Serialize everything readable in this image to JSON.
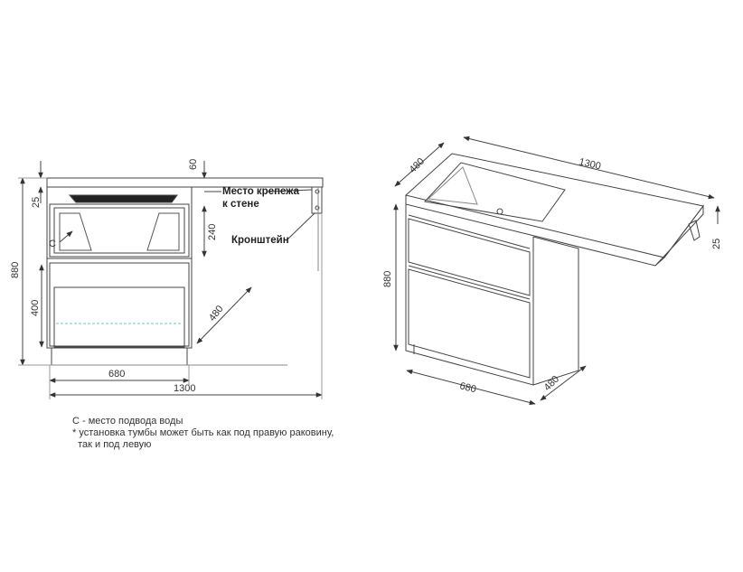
{
  "front_view": {
    "dims": {
      "top_gap": "60",
      "countertop_thk": "25",
      "total_height": "880",
      "upper_drawer": "240",
      "lower_drawer": "400",
      "depth": "480",
      "cabinet_width": "680",
      "total_width": "1300"
    },
    "water_point_marker": "C",
    "mount_label_line1": "Место крепежа",
    "mount_label_line2": "к стене",
    "bracket_label": "Кронштейн"
  },
  "iso_view": {
    "dims": {
      "depth_top": "480",
      "length": "1300",
      "height": "880",
      "countertop_thk": "25",
      "width": "680",
      "depth_bottom": "480"
    }
  },
  "notes": {
    "line1": "С - место подвода воды",
    "line2": "* установка тумбы может быть как под правую раковину,",
    "line3": "  так и под левую"
  }
}
